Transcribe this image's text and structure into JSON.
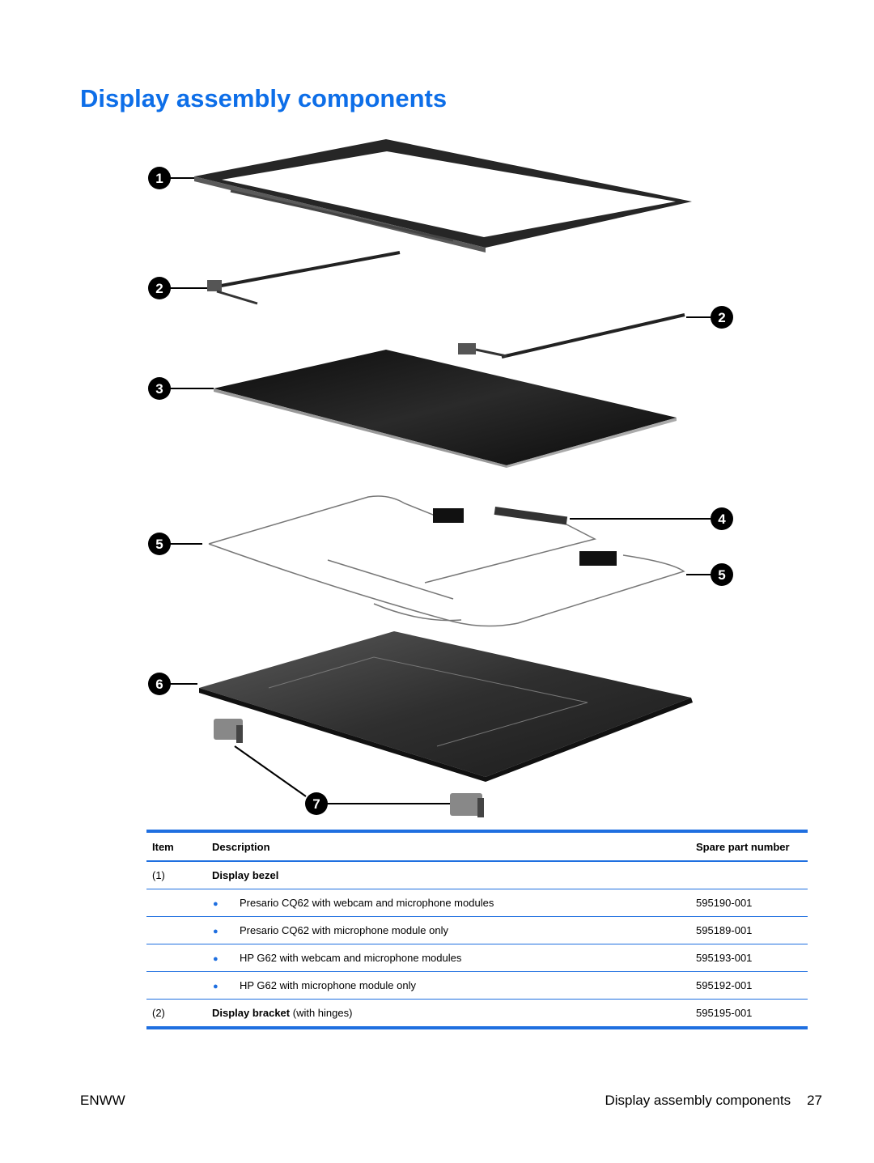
{
  "page": {
    "title": "Display assembly components"
  },
  "diagram": {
    "callouts": [
      "1",
      "2",
      "2",
      "3",
      "4",
      "5",
      "5",
      "6",
      "7"
    ]
  },
  "table": {
    "headers": {
      "item": "Item",
      "description": "Description",
      "part": "Spare part number"
    },
    "rows": [
      {
        "item": "(1)",
        "description": "Display bezel",
        "extra": "",
        "part": ""
      },
      {
        "item": "",
        "description": "Presario CQ62 with webcam and microphone modules",
        "part": "595190-001"
      },
      {
        "item": "",
        "description": "Presario CQ62 with microphone module only",
        "part": "595189-001"
      },
      {
        "item": "",
        "description": "HP G62 with webcam and microphone modules",
        "part": "595193-001"
      },
      {
        "item": "",
        "description": "HP G62 with microphone module only",
        "part": "595192-001"
      },
      {
        "item": "(2)",
        "description": "Display bracket",
        "extra": "(with hinges)",
        "part": "595195-001"
      }
    ]
  },
  "footer": {
    "left": "ENWW",
    "right_text": "Display assembly components",
    "page_number": "27"
  },
  "colors": {
    "accent": "#0d6ee8",
    "table_rule": "#1f6fe0"
  }
}
